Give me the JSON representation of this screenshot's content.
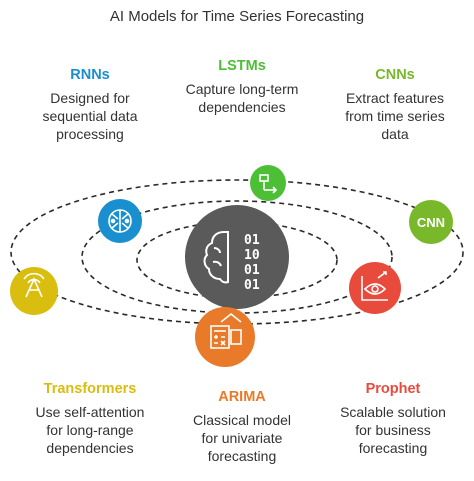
{
  "title": "AI Models for Time Series Forecasting",
  "models": {
    "rnns": {
      "name": "RNNs",
      "description": [
        "Designed for",
        "sequential data",
        "processing"
      ],
      "color": "#1a8fd0"
    },
    "lstms": {
      "name": "LSTMs",
      "description": [
        "Capture long-term",
        "dependencies"
      ],
      "color": "#4cbf36"
    },
    "cnns": {
      "name": "CNNs",
      "description": [
        "Extract features",
        "from time series",
        "data"
      ],
      "color": "#78b82a"
    },
    "transformers": {
      "name": "Transformers",
      "description": [
        "Use self-attention",
        "for long-range",
        "dependencies"
      ],
      "color": "#d9be0f"
    },
    "arima": {
      "name": "ARIMA",
      "description": [
        "Classical model",
        "for univariate",
        "forecasting"
      ],
      "color": "#e87a2a"
    },
    "prophet": {
      "name": "Prophet",
      "description": [
        "Scalable solution",
        "for business",
        "forecasting"
      ],
      "color": "#e84b3c"
    }
  },
  "center": {
    "glyphs": [
      "01",
      "10",
      "01",
      "01"
    ],
    "icon": "brain-binary-icon",
    "color": "#5a5a5a"
  },
  "icons": {
    "rnns": "brain-network-icon",
    "lstms": "flowchart-icon",
    "cnns": "cnn-logo-icon",
    "transformers": "signal-a-icon",
    "arima": "calculator-house-icon",
    "prophet": "eye-chart-icon"
  },
  "cnn_logo_text": "CNN"
}
